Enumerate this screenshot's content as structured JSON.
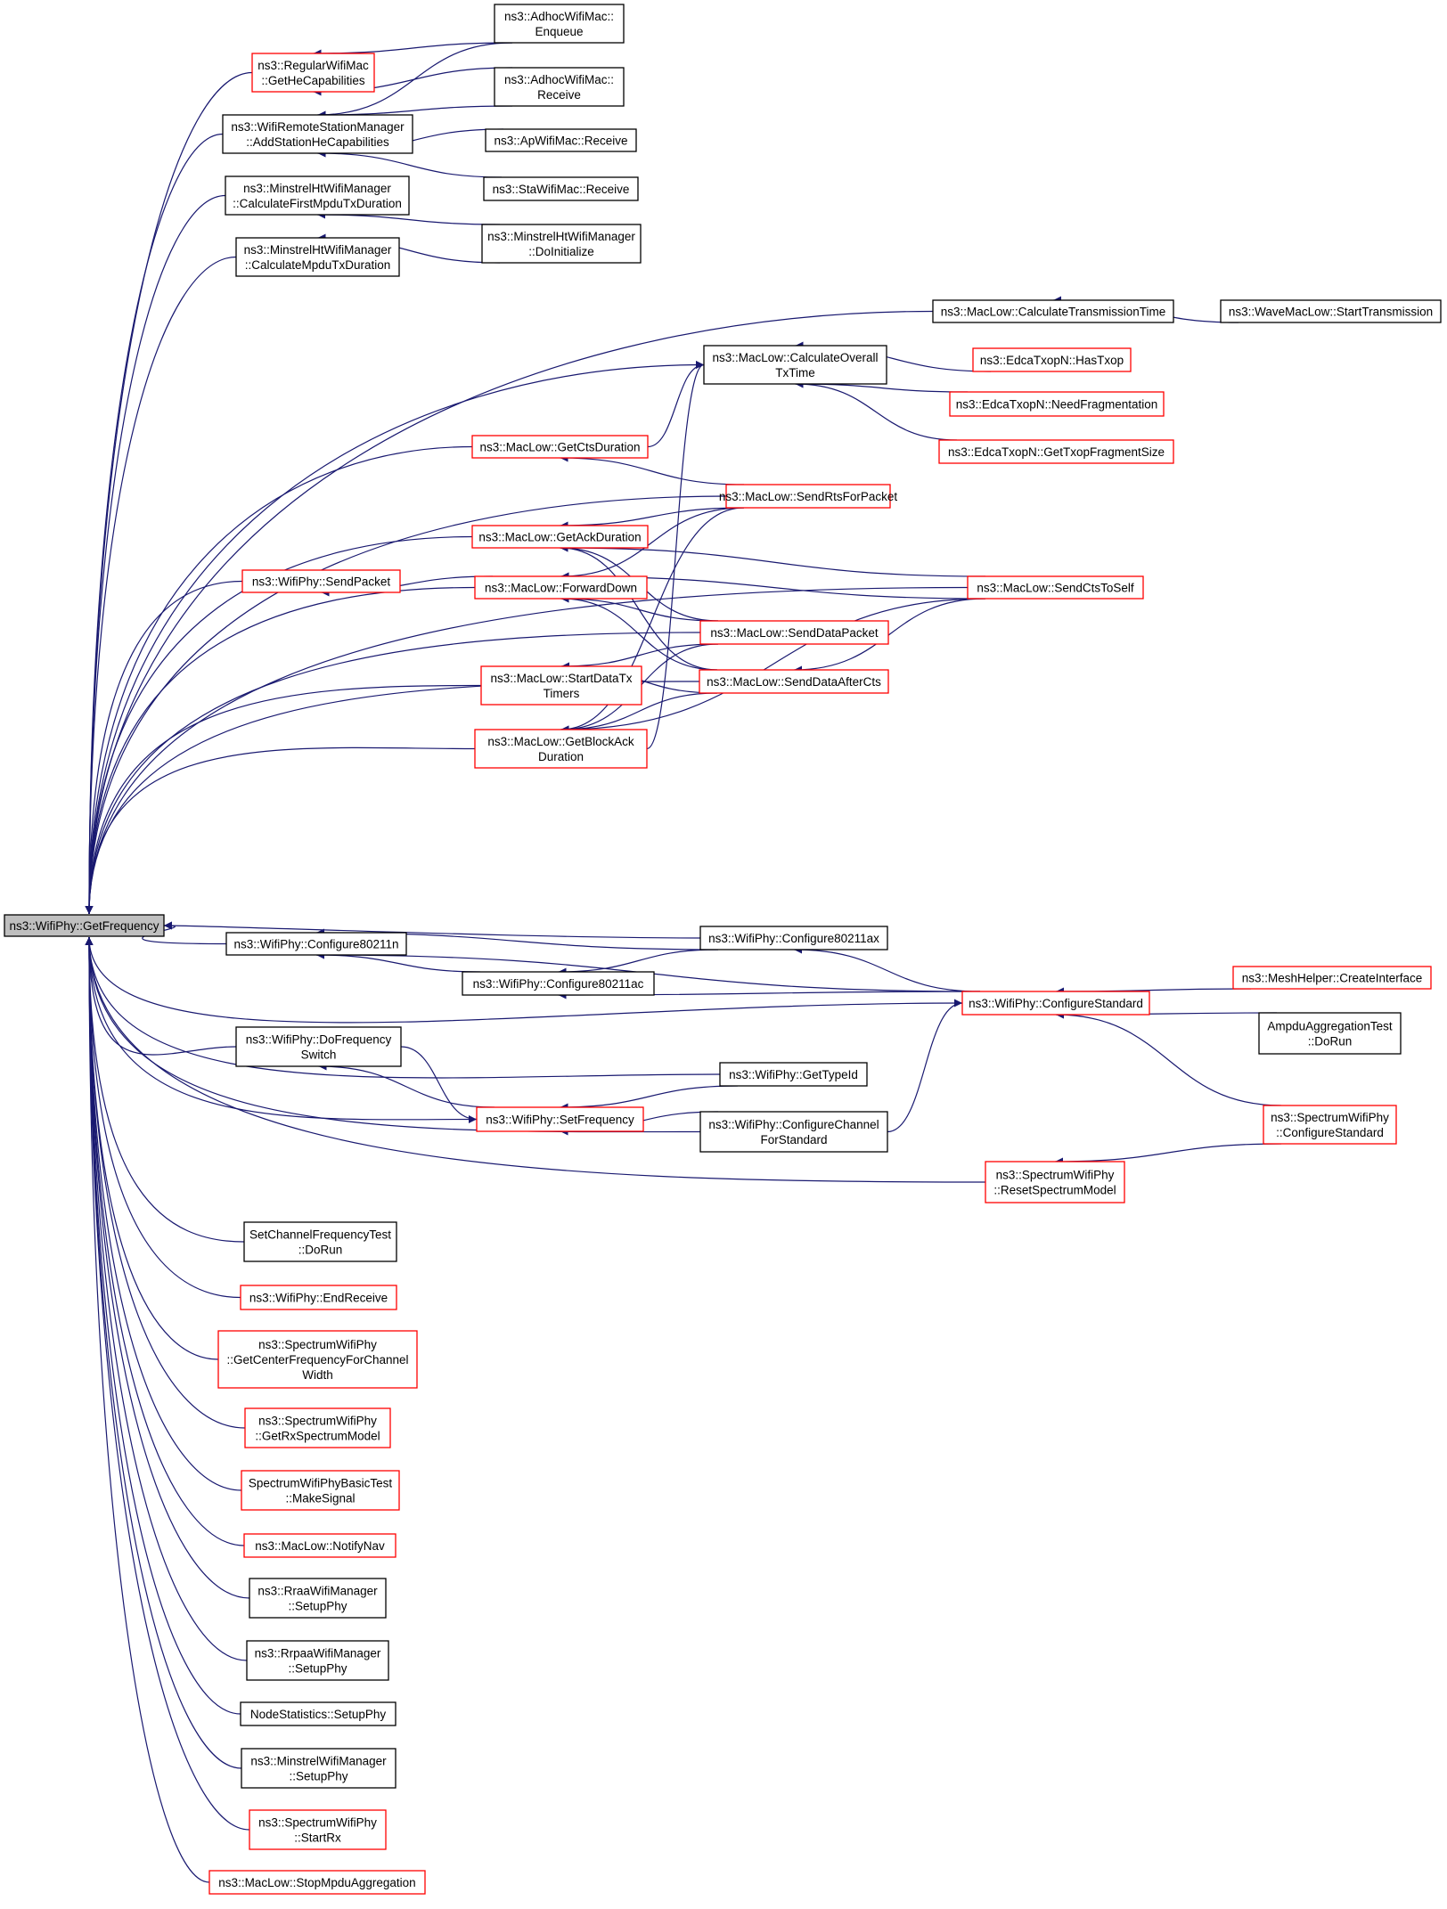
{
  "colors": {
    "edge": "#191970",
    "link_border": "#000000",
    "truncated_border": "#ff0000",
    "root_fill": "#bfbfbf",
    "node_fill": "#ffffff",
    "background": "#ffffff"
  },
  "nodes": [
    {
      "id": "root",
      "lines": [
        "ns3::WifiPhy::GetFrequency"
      ],
      "kind": "root"
    },
    {
      "id": "n1",
      "lines": [
        "ns3::RegularWifiMac",
        "::GetHeCapabilities"
      ],
      "kind": "truncated"
    },
    {
      "id": "n2",
      "lines": [
        "ns3::AdhocWifiMac::",
        "Enqueue"
      ],
      "kind": "normal"
    },
    {
      "id": "n3",
      "lines": [
        "ns3::AdhocWifiMac::",
        "Receive"
      ],
      "kind": "normal"
    },
    {
      "id": "n4",
      "lines": [
        "ns3::WifiRemoteStationManager",
        "::AddStationHeCapabilities"
      ],
      "kind": "normal"
    },
    {
      "id": "n5",
      "lines": [
        "ns3::ApWifiMac::Receive"
      ],
      "kind": "normal"
    },
    {
      "id": "n6",
      "lines": [
        "ns3::StaWifiMac::Receive"
      ],
      "kind": "normal"
    },
    {
      "id": "n7",
      "lines": [
        "ns3::MinstrelHtWifiManager",
        "::CalculateFirstMpduTxDuration"
      ],
      "kind": "normal"
    },
    {
      "id": "n8",
      "lines": [
        "ns3::MinstrelHtWifiManager",
        "::DoInitialize"
      ],
      "kind": "normal"
    },
    {
      "id": "n9",
      "lines": [
        "ns3::MinstrelHtWifiManager",
        "::CalculateMpduTxDuration"
      ],
      "kind": "normal"
    },
    {
      "id": "n10",
      "lines": [
        "ns3::MacLow::CalculateTransmissionTime"
      ],
      "kind": "normal"
    },
    {
      "id": "n11",
      "lines": [
        "ns3::WaveMacLow::StartTransmission"
      ],
      "kind": "normal"
    },
    {
      "id": "n12",
      "lines": [
        "ns3::MacLow::CalculateOverall",
        "TxTime"
      ],
      "kind": "normal"
    },
    {
      "id": "n13",
      "lines": [
        "ns3::EdcaTxopN::HasTxop"
      ],
      "kind": "truncated"
    },
    {
      "id": "n14",
      "lines": [
        "ns3::EdcaTxopN::NeedFragmentation"
      ],
      "kind": "truncated"
    },
    {
      "id": "n15",
      "lines": [
        "ns3::EdcaTxopN::GetTxopFragmentSize"
      ],
      "kind": "truncated"
    },
    {
      "id": "n16",
      "lines": [
        "ns3::MacLow::GetCtsDuration"
      ],
      "kind": "truncated"
    },
    {
      "id": "n17",
      "lines": [
        "ns3::MacLow::SendRtsForPacket"
      ],
      "kind": "truncated"
    },
    {
      "id": "n18",
      "lines": [
        "ns3::MacLow::GetAckDuration"
      ],
      "kind": "truncated"
    },
    {
      "id": "n19",
      "lines": [
        "ns3::WifiPhy::SendPacket"
      ],
      "kind": "truncated"
    },
    {
      "id": "n20",
      "lines": [
        "ns3::MacLow::ForwardDown"
      ],
      "kind": "truncated"
    },
    {
      "id": "n21",
      "lines": [
        "ns3::MacLow::SendCtsToSelf"
      ],
      "kind": "truncated"
    },
    {
      "id": "n22",
      "lines": [
        "ns3::MacLow::SendDataPacket"
      ],
      "kind": "truncated"
    },
    {
      "id": "n23",
      "lines": [
        "ns3::MacLow::StartDataTx",
        "Timers"
      ],
      "kind": "truncated"
    },
    {
      "id": "n24",
      "lines": [
        "ns3::MacLow::SendDataAfterCts"
      ],
      "kind": "truncated"
    },
    {
      "id": "n25",
      "lines": [
        "ns3::MacLow::GetBlockAck",
        "Duration"
      ],
      "kind": "truncated"
    },
    {
      "id": "n26",
      "lines": [
        "ns3::WifiPhy::Configure80211n"
      ],
      "kind": "normal"
    },
    {
      "id": "n27",
      "lines": [
        "ns3::WifiPhy::Configure80211ax"
      ],
      "kind": "normal"
    },
    {
      "id": "n28",
      "lines": [
        "ns3::WifiPhy::Configure80211ac"
      ],
      "kind": "normal"
    },
    {
      "id": "n29",
      "lines": [
        "ns3::WifiPhy::ConfigureStandard"
      ],
      "kind": "truncated"
    },
    {
      "id": "n30",
      "lines": [
        "ns3::MeshHelper::CreateInterface"
      ],
      "kind": "truncated"
    },
    {
      "id": "n31",
      "lines": [
        "AmpduAggregationTest",
        "::DoRun"
      ],
      "kind": "normal"
    },
    {
      "id": "n32",
      "lines": [
        "ns3::WifiPhy::DoFrequency",
        "Switch"
      ],
      "kind": "normal"
    },
    {
      "id": "n33",
      "lines": [
        "ns3::WifiPhy::GetTypeId"
      ],
      "kind": "normal"
    },
    {
      "id": "n34",
      "lines": [
        "ns3::WifiPhy::SetFrequency"
      ],
      "kind": "truncated"
    },
    {
      "id": "n35",
      "lines": [
        "ns3::WifiPhy::ConfigureChannel",
        "ForStandard"
      ],
      "kind": "normal"
    },
    {
      "id": "n36",
      "lines": [
        "ns3::SpectrumWifiPhy",
        "::ConfigureStandard"
      ],
      "kind": "truncated"
    },
    {
      "id": "n37",
      "lines": [
        "ns3::SpectrumWifiPhy",
        "::ResetSpectrumModel"
      ],
      "kind": "truncated"
    },
    {
      "id": "n38",
      "lines": [
        "SetChannelFrequencyTest",
        "::DoRun"
      ],
      "kind": "normal"
    },
    {
      "id": "n39",
      "lines": [
        "ns3::WifiPhy::EndReceive"
      ],
      "kind": "truncated"
    },
    {
      "id": "n40",
      "lines": [
        "ns3::SpectrumWifiPhy",
        "::GetCenterFrequencyForChannel",
        "Width"
      ],
      "kind": "truncated"
    },
    {
      "id": "n41",
      "lines": [
        "ns3::SpectrumWifiPhy",
        "::GetRxSpectrumModel"
      ],
      "kind": "truncated"
    },
    {
      "id": "n42",
      "lines": [
        "SpectrumWifiPhyBasicTest",
        "::MakeSignal"
      ],
      "kind": "truncated"
    },
    {
      "id": "n43",
      "lines": [
        "ns3::MacLow::NotifyNav"
      ],
      "kind": "truncated"
    },
    {
      "id": "n44",
      "lines": [
        "ns3::RraaWifiManager",
        "::SetupPhy"
      ],
      "kind": "normal"
    },
    {
      "id": "n45",
      "lines": [
        "ns3::RrpaaWifiManager",
        "::SetupPhy"
      ],
      "kind": "normal"
    },
    {
      "id": "n46",
      "lines": [
        "NodeStatistics::SetupPhy"
      ],
      "kind": "normal"
    },
    {
      "id": "n47",
      "lines": [
        "ns3::MinstrelWifiManager",
        "::SetupPhy"
      ],
      "kind": "normal"
    },
    {
      "id": "n48",
      "lines": [
        "ns3::SpectrumWifiPhy",
        "::StartRx"
      ],
      "kind": "truncated"
    },
    {
      "id": "n49",
      "lines": [
        "ns3::MacLow::StopMpduAggregation"
      ],
      "kind": "truncated"
    }
  ],
  "edges": [
    [
      "n1",
      "root"
    ],
    [
      "n4",
      "root"
    ],
    [
      "n7",
      "root"
    ],
    [
      "n9",
      "root"
    ],
    [
      "n10",
      "root"
    ],
    [
      "n12",
      "root"
    ],
    [
      "n16",
      "root"
    ],
    [
      "n17",
      "root"
    ],
    [
      "n18",
      "root"
    ],
    [
      "n19",
      "root"
    ],
    [
      "n20",
      "root"
    ],
    [
      "n22",
      "root"
    ],
    [
      "n23",
      "root"
    ],
    [
      "n25",
      "root"
    ],
    [
      "n24",
      "root"
    ],
    [
      "n21",
      "root"
    ],
    [
      "n29",
      "root"
    ],
    [
      "n27",
      "root"
    ],
    [
      "n26",
      "root"
    ],
    [
      "n32",
      "root"
    ],
    [
      "n33",
      "root"
    ],
    [
      "n34",
      "root"
    ],
    [
      "n35",
      "root"
    ],
    [
      "n37",
      "root"
    ],
    [
      "n38",
      "root"
    ],
    [
      "n39",
      "root"
    ],
    [
      "n40",
      "root"
    ],
    [
      "n41",
      "root"
    ],
    [
      "n42",
      "root"
    ],
    [
      "n43",
      "root"
    ],
    [
      "n44",
      "root"
    ],
    [
      "n45",
      "root"
    ],
    [
      "n46",
      "root"
    ],
    [
      "n47",
      "root"
    ],
    [
      "n48",
      "root"
    ],
    [
      "n49",
      "root"
    ],
    [
      "n2",
      "n1"
    ],
    [
      "n3",
      "n1"
    ],
    [
      "n2",
      "n4"
    ],
    [
      "n3",
      "n4"
    ],
    [
      "n5",
      "n4"
    ],
    [
      "n6",
      "n4"
    ],
    [
      "n8",
      "n7"
    ],
    [
      "n8",
      "n9"
    ],
    [
      "n11",
      "n10"
    ],
    [
      "n13",
      "n12"
    ],
    [
      "n14",
      "n12"
    ],
    [
      "n15",
      "n12"
    ],
    [
      "n25",
      "n12"
    ],
    [
      "n17",
      "n16"
    ],
    [
      "n16",
      "n12"
    ],
    [
      "n17",
      "n18"
    ],
    [
      "n21",
      "n18"
    ],
    [
      "n22",
      "n18"
    ],
    [
      "n24",
      "n18"
    ],
    [
      "n20",
      "n19"
    ],
    [
      "n17",
      "n20"
    ],
    [
      "n21",
      "n20"
    ],
    [
      "n22",
      "n20"
    ],
    [
      "n24",
      "n20"
    ],
    [
      "n22",
      "n23"
    ],
    [
      "n24",
      "n23"
    ],
    [
      "n22",
      "n25"
    ],
    [
      "n24",
      "n25"
    ],
    [
      "n21",
      "n25"
    ],
    [
      "n17",
      "n25"
    ],
    [
      "n21",
      "n24"
    ],
    [
      "n27",
      "n26"
    ],
    [
      "n28",
      "n26"
    ],
    [
      "n29",
      "n26"
    ],
    [
      "n27",
      "n28"
    ],
    [
      "n29",
      "n28"
    ],
    [
      "n29",
      "n27"
    ],
    [
      "n30",
      "n29"
    ],
    [
      "n31",
      "n29"
    ],
    [
      "n36",
      "n29"
    ],
    [
      "n35",
      "n29"
    ],
    [
      "n34",
      "n32"
    ],
    [
      "n32",
      "n34"
    ],
    [
      "n33",
      "n34"
    ],
    [
      "n35",
      "n34"
    ],
    [
      "n36",
      "n37"
    ]
  ]
}
